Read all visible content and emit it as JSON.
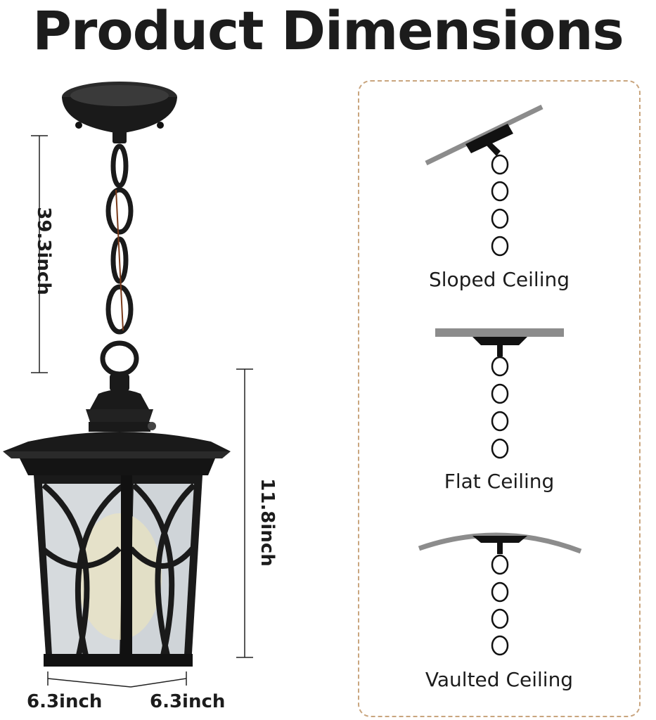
{
  "title": "Product Dimensions",
  "dimensions": {
    "chain_length": "39.3inch",
    "lantern_height": "11.8inch",
    "width_a": "6.3inch",
    "width_b": "6.3inch"
  },
  "ceiling_types": [
    {
      "label": "Sloped Ceiling"
    },
    {
      "label": "Flat Ceiling"
    },
    {
      "label": "Vaulted Ceiling"
    }
  ],
  "colors": {
    "lamp_metal": "#1a1a1a",
    "glass": "#d9dde0",
    "ceiling_gray": "#8c8c8c",
    "panel_border": "#c9a57e",
    "text": "#1c1c1c"
  }
}
